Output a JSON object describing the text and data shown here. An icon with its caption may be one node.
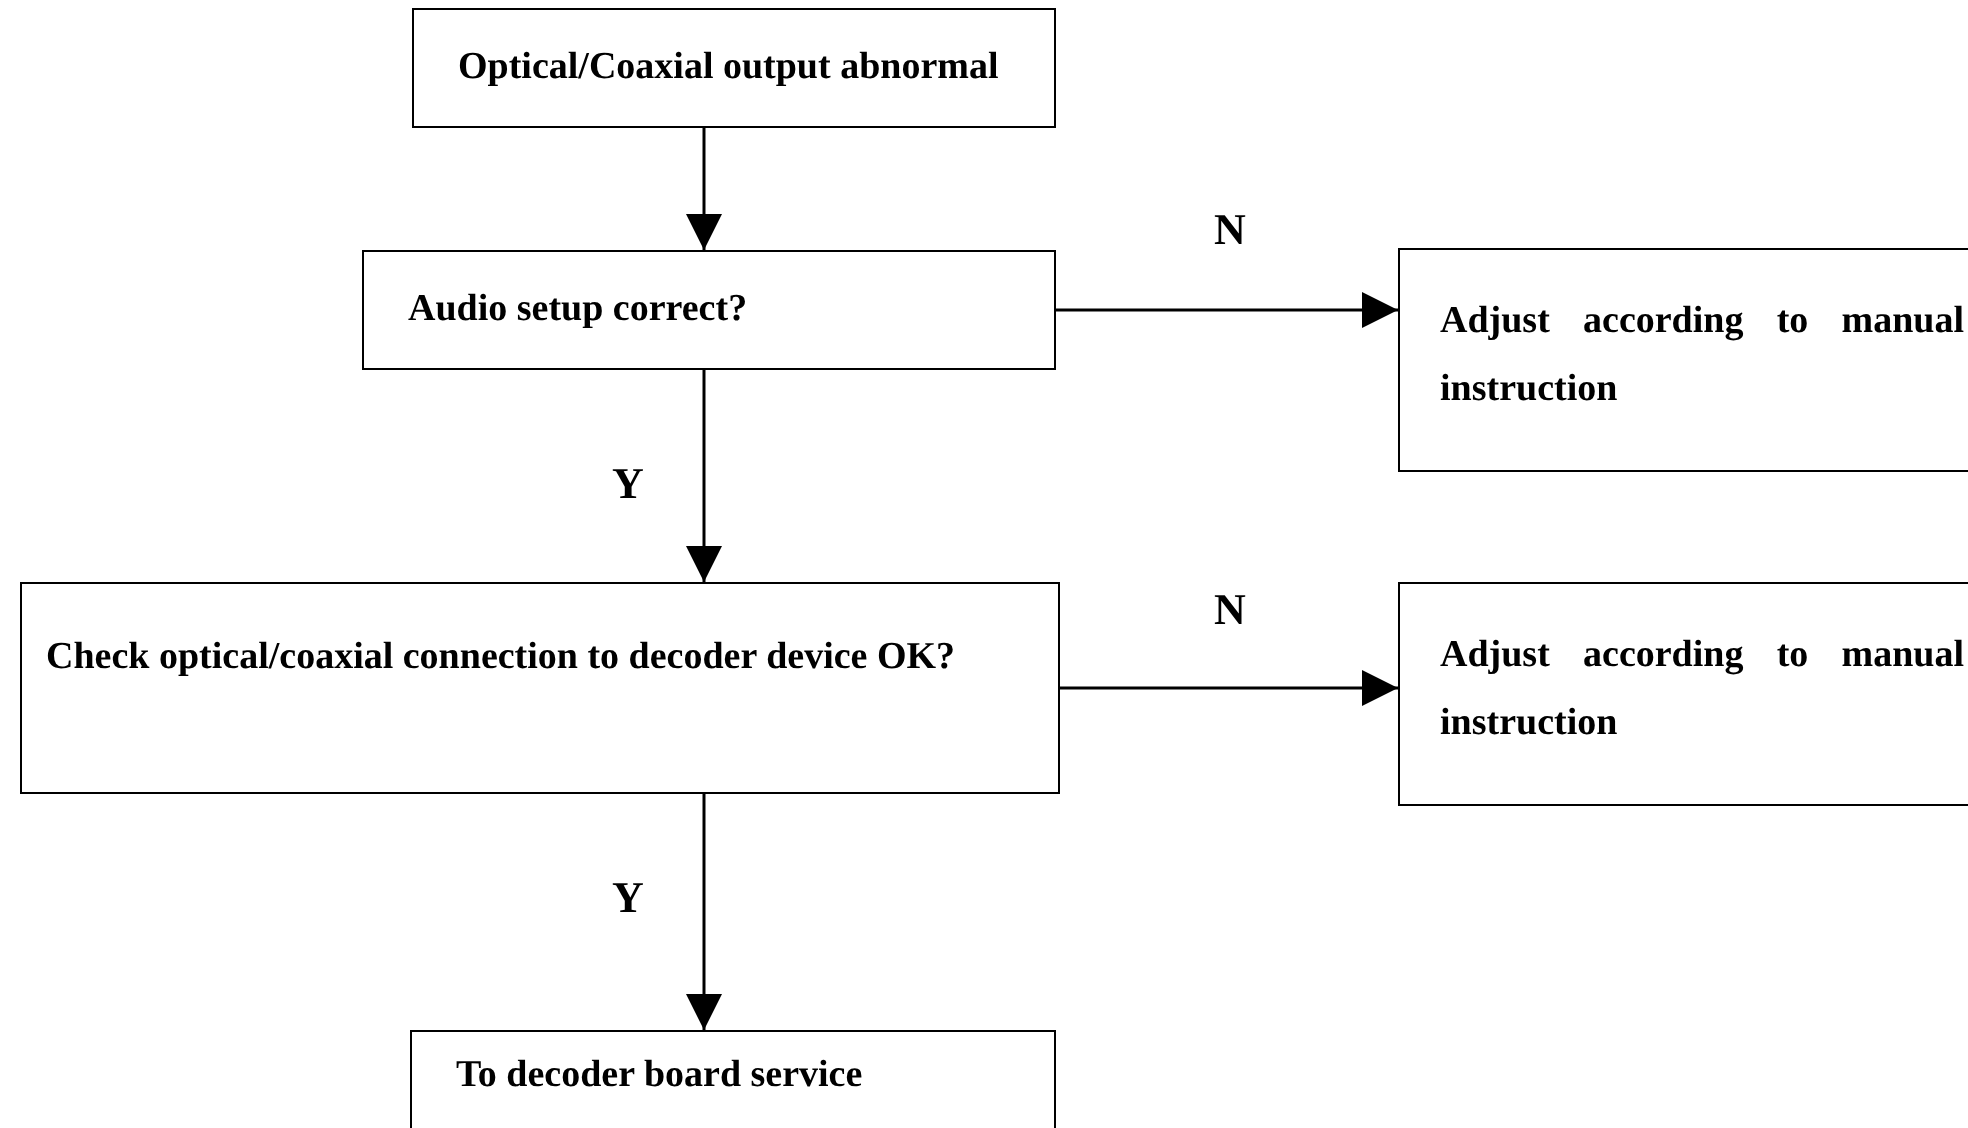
{
  "diagram": {
    "nodes": [
      {
        "text": [
          "Optical/Coaxial output abnormal"
        ]
      },
      {
        "text": [
          "Audio setup correct?"
        ]
      },
      {
        "text": [
          "Adjust according to manual instruction"
        ]
      },
      {
        "text": [
          "Check optical/coaxial connection to decoder device OK?"
        ]
      },
      {
        "text": [
          "Adjust according to manual instruction"
        ]
      },
      {
        "text": [
          "To decoder board service"
        ]
      }
    ],
    "edges": [
      {
        "from": 0,
        "to": 1,
        "arrow": "to"
      },
      {
        "from": 1,
        "to": 2,
        "arrow": "to",
        "label": "N"
      },
      {
        "from": 1,
        "to": 3,
        "arrow": "to",
        "label": "Y"
      },
      {
        "from": 3,
        "to": 4,
        "arrow": "to",
        "label": "N"
      },
      {
        "from": 3,
        "to": 5,
        "arrow": "to",
        "label": "Y"
      }
    ]
  }
}
